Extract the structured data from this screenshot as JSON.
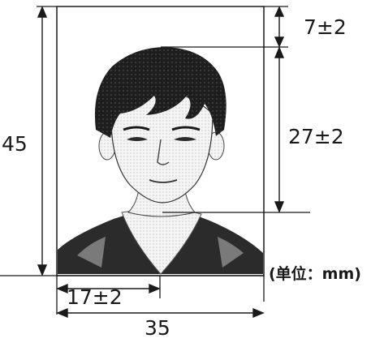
{
  "diagram": {
    "height_label": "45",
    "width_label": "35",
    "top_margin_label": "7±2",
    "face_height_label": "27±2",
    "chin_offset_label": "17±2",
    "unit_label": "(单位：mm)"
  },
  "colors": {
    "line": "#1a1a1a",
    "hair": "#1c1c1c",
    "skin": "#f2f2f2",
    "shirt": "#2a2a2a"
  }
}
